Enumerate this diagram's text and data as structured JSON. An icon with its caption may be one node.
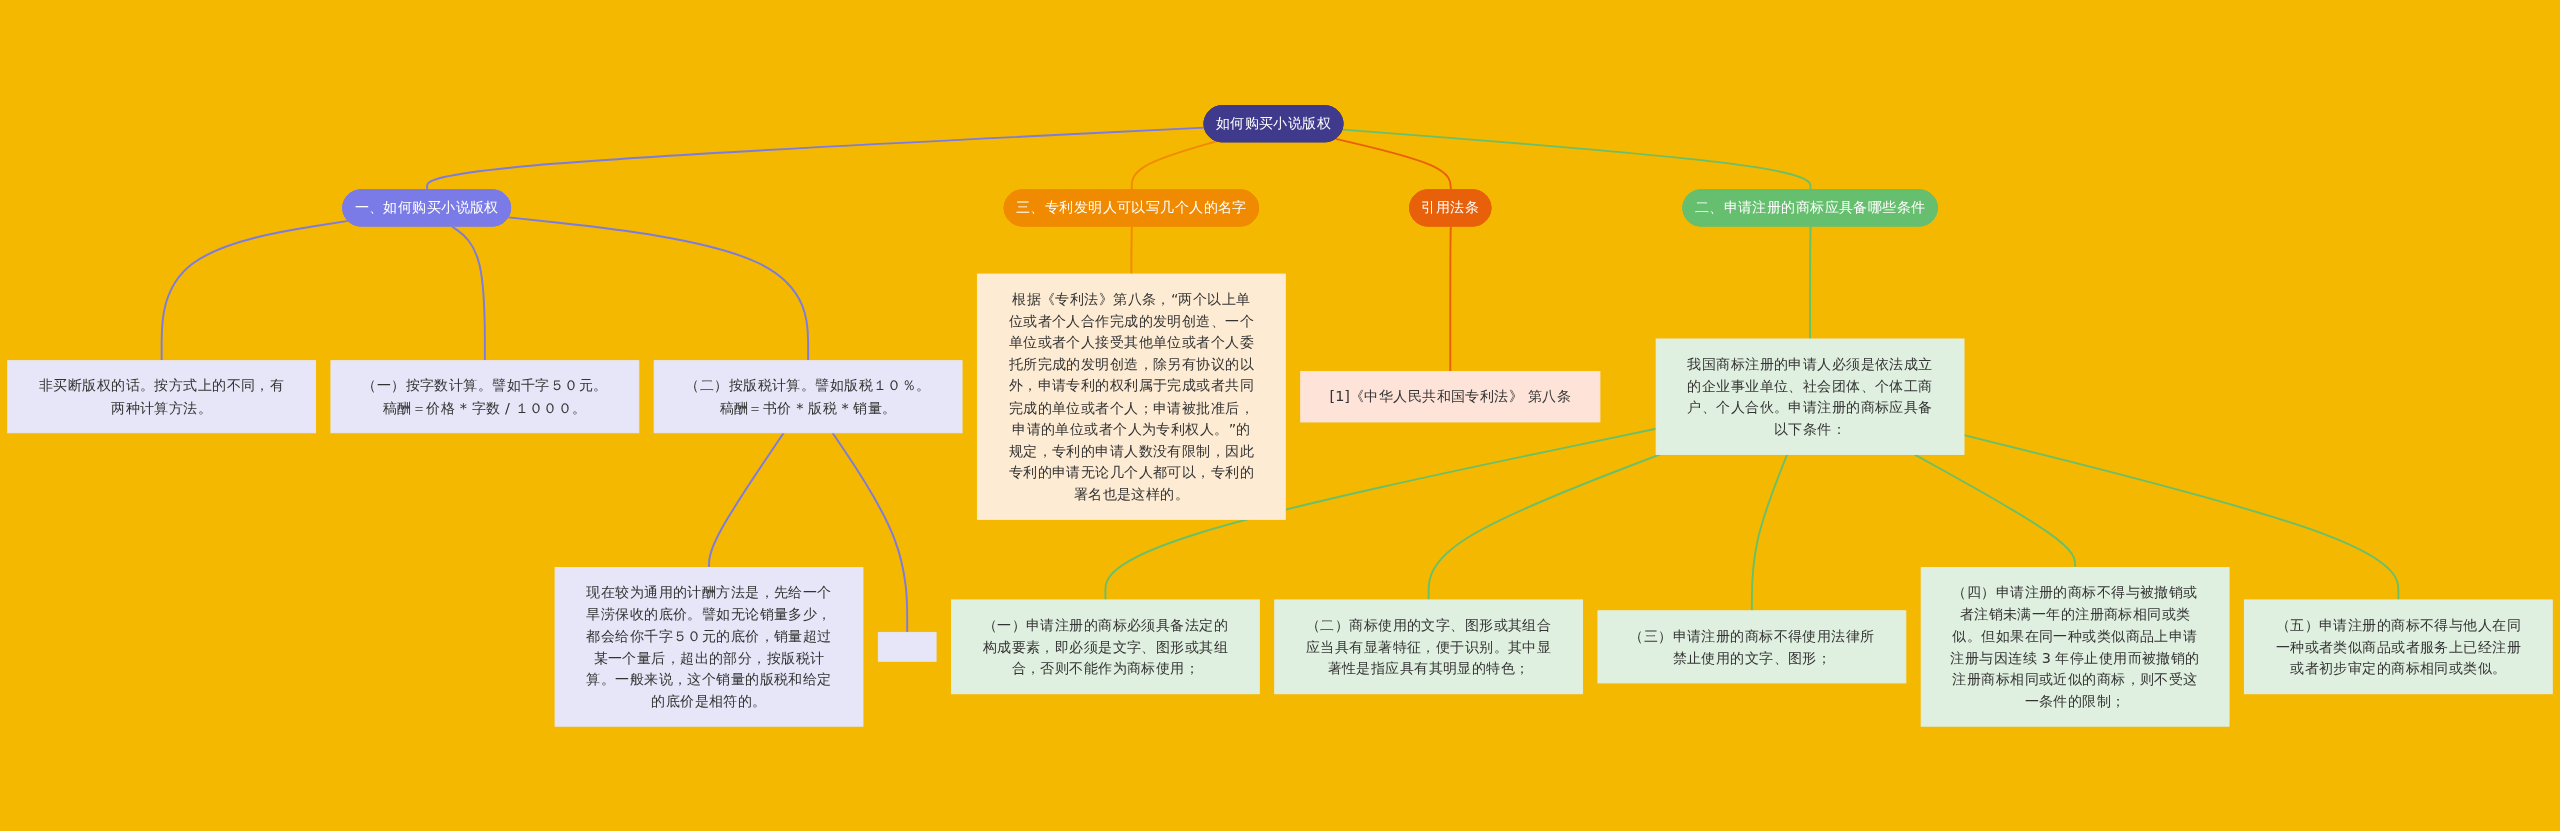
{
  "diagram": {
    "nodes": [
      {
        "text": [
          "如何购买小说版权"
        ]
      },
      {
        "text": [
          "一、如何购买小说版权"
        ]
      },
      {
        "text": [
          "非买断版权的话。按方式上的不同，有两种计算方法。"
        ]
      },
      {
        "text": [
          "（一）按字数计算。譬如千字５０元。稿酬＝价格 * 字数 / １０００。"
        ]
      },
      {
        "text": [
          "（二）按版税计算。譬如版税１０％。稿酬＝书价 * 版税 * 销量。"
        ]
      },
      {
        "text": [
          "现在较为通用的计酬方法是，先给一个旱涝保收的底价。譬如无论销量多少，都会给你千字５０元的底价，销量超过某一个量后，超出的部分，按版税计算。一般来说，这个销量的版税和给定的底价是相符的。"
        ]
      },
      {
        "text": [],
        "shape": "box"
      },
      {
        "text": [
          "三、专利发明人可以写几个人的名字"
        ]
      },
      {
        "text": [
          "根据《专利法》第八条，“两个以上单位或者个人合作完成的发明创造、一个单位或者个人接受其他单位或者个人委托所完成的发明创造，除另有协议的以外，申请专利的权利属于完成或者共同完成的单位或者个人；申请被批准后，申请的单位或者个人为专利权人。”的规定，专利的申请人数没有限制，因此专利的申请无论几个人都可以，专利的署名也是这样的。"
        ]
      },
      {
        "text": [
          "引用法条"
        ]
      },
      {
        "text": [
          "[1]《中华人民共和国专利法》 第八条"
        ]
      },
      {
        "text": [
          "二、申请注册的商标应具备哪些条件"
        ]
      },
      {
        "text": [
          "我国商标注册的申请人必须是依法成立的企业事业单位、社会团体、个体工商户、个人合伙。申请注册的商标应具备以下条件："
        ]
      },
      {
        "text": [
          "（一）申请注册的商标必须具备法定的构成要素，即必须是文字、图形或其组合，否则不能作为商标使用；"
        ]
      },
      {
        "text": [
          "（二）商标使用的文字、图形或其组合应当具有显著特征，便于识别。其中显著性是指应具有其明显的特色；"
        ]
      },
      {
        "text": [
          "（三）申请注册的商标不得使用法律所禁止使用的文字、图形；"
        ]
      },
      {
        "text": [
          "（四）申请注册的商标不得与被撤销或者注销未满一年的注册商标相同或类似。但如果在同一种或类似商品上申请注册与因连续 3 年停止使用而被撤销的注册商标相同或近似的商标，则不受这一条件的限制；"
        ]
      },
      {
        "text": [
          "（五）申请注册的商标不得与他人在同一种或者类似商品或者服务上已经注册或者初步审定的商标相同或类似。"
        ]
      }
    ],
    "edges": [
      {
        "from": 0,
        "to": 1,
        "arrow": "none",
        "color": "#7b7be0"
      },
      {
        "from": 1,
        "to": 2,
        "arrow": "none",
        "color": "#7b7be0"
      },
      {
        "from": 1,
        "to": 3,
        "arrow": "none",
        "color": "#7b7be0"
      },
      {
        "from": 1,
        "to": 4,
        "arrow": "none",
        "color": "#7b7be0"
      },
      {
        "from": 4,
        "to": 5,
        "arrow": "none",
        "color": "#7b7be0"
      },
      {
        "from": 4,
        "to": 6,
        "arrow": "none",
        "color": "#7b7be0"
      },
      {
        "from": 0,
        "to": 7,
        "arrow": "none",
        "color": "#f08a00"
      },
      {
        "from": 7,
        "to": 8,
        "arrow": "none",
        "color": "#f08a00"
      },
      {
        "from": 0,
        "to": 9,
        "arrow": "none",
        "color": "#e8600a"
      },
      {
        "from": 9,
        "to": 10,
        "arrow": "none",
        "color": "#e8600a"
      },
      {
        "from": 0,
        "to": 11,
        "arrow": "none"
      },
      {
        "from": 11,
        "to": 12,
        "arrow": "none"
      },
      {
        "from": 12,
        "to": 13,
        "arrow": "none"
      },
      {
        "from": 12,
        "to": 14,
        "arrow": "none"
      },
      {
        "from": 12,
        "to": 15,
        "arrow": "none"
      },
      {
        "from": 12,
        "to": 16,
        "arrow": "none"
      },
      {
        "from": 12,
        "to": 17,
        "arrow": "none"
      }
    ]
  }
}
